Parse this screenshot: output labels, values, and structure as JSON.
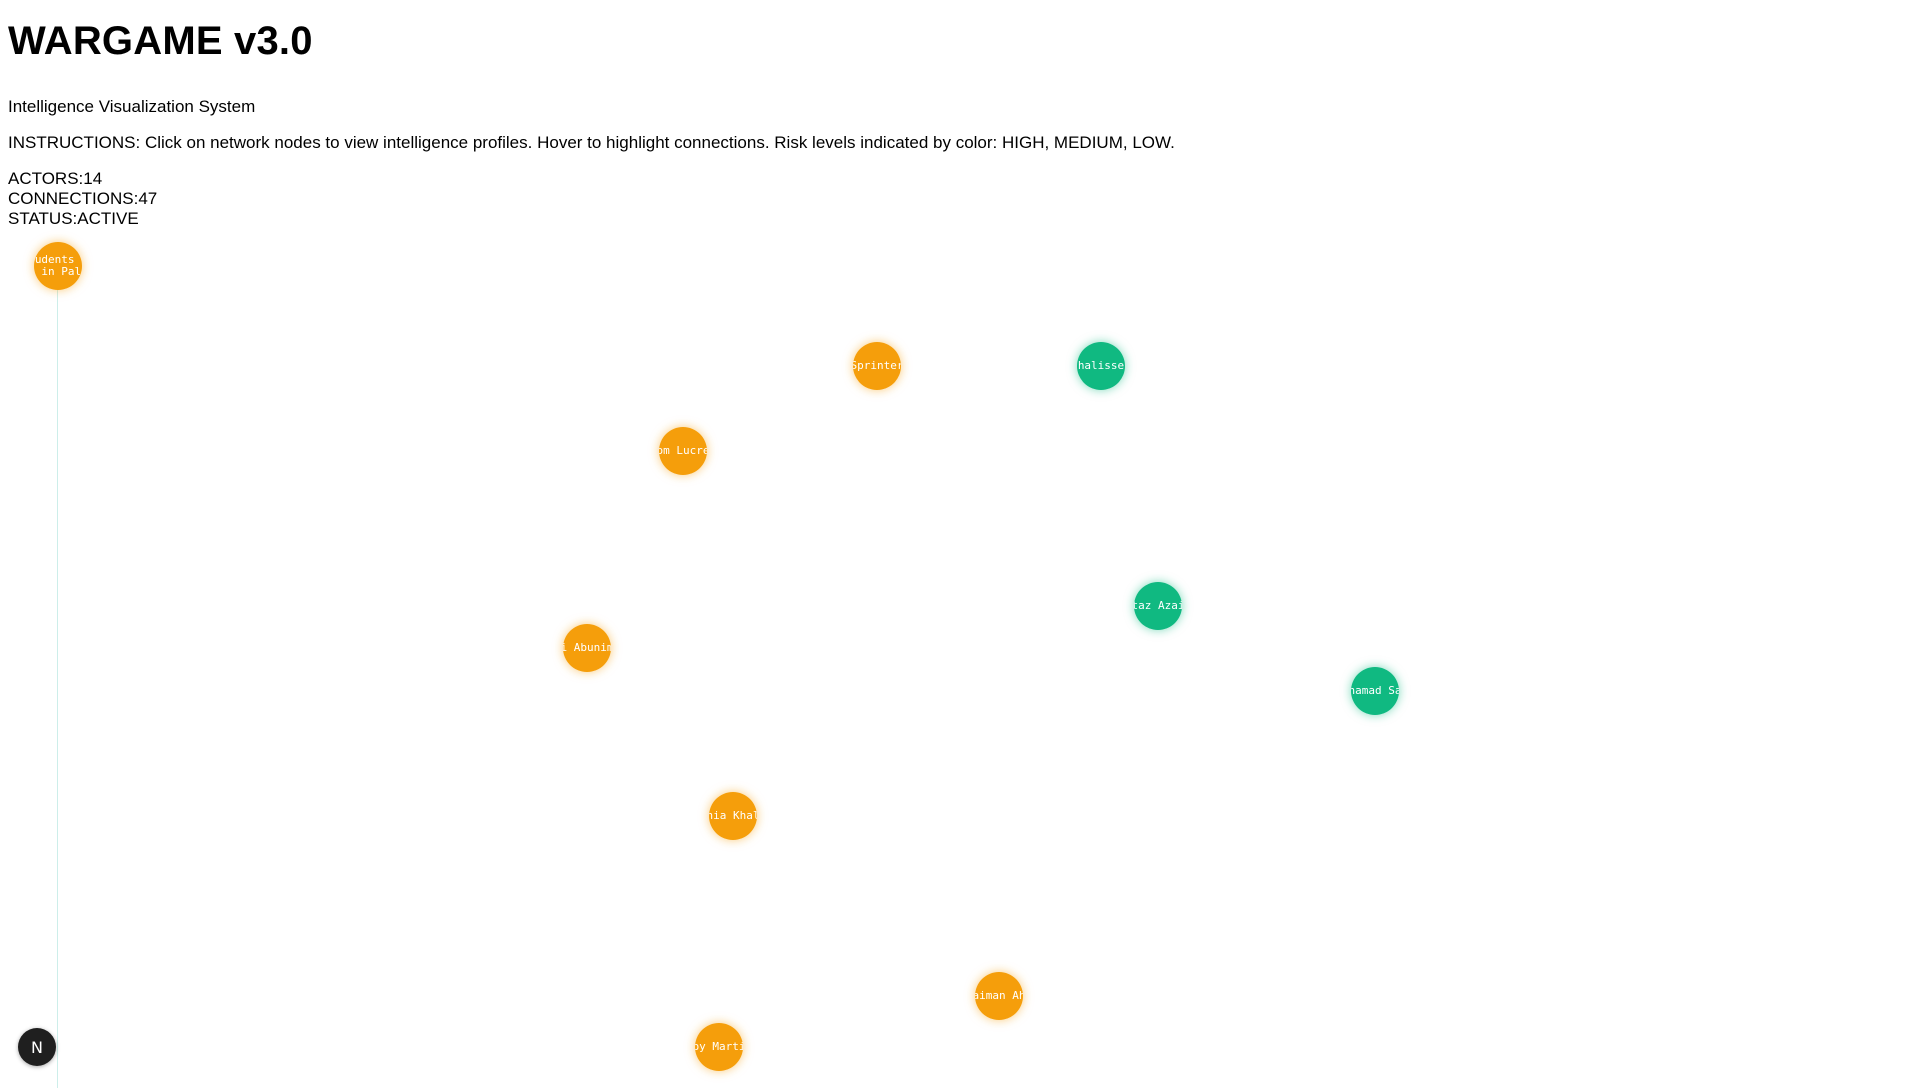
{
  "header": {
    "title": "WARGAME v3.0",
    "subtitle": "Intelligence Visualization System",
    "instructions": "INSTRUCTIONS: Click on network nodes to view intelligence profiles. Hover to highlight connections. Risk levels indicated by color: HIGH, MEDIUM, LOW."
  },
  "stats": {
    "actors": "ACTORS:14",
    "connections": "CONNECTIONS:47",
    "status": "STATUS:ACTIVE"
  },
  "colors": {
    "medium": "#f59e0b",
    "low": "#10b981",
    "edge": "#cdeeea"
  },
  "nodes": [
    {
      "label": "udents \n in Pal",
      "risk": "medium"
    },
    {
      "label": "Sprinter",
      "risk": "medium"
    },
    {
      "label": "halisse",
      "risk": "low"
    },
    {
      "label": "om Lucre",
      "risk": "medium"
    },
    {
      "label": "taz Azai",
      "risk": "low"
    },
    {
      "label": "i Abunim",
      "risk": "medium"
    },
    {
      "label": "hamad Sa",
      "risk": "low"
    },
    {
      "label": "nia Khal",
      "risk": "medium"
    },
    {
      "label": "aiman Ah",
      "risk": "medium"
    },
    {
      "label": "by Marti",
      "risk": "medium"
    }
  ],
  "dev_badge": {
    "label": "N"
  }
}
